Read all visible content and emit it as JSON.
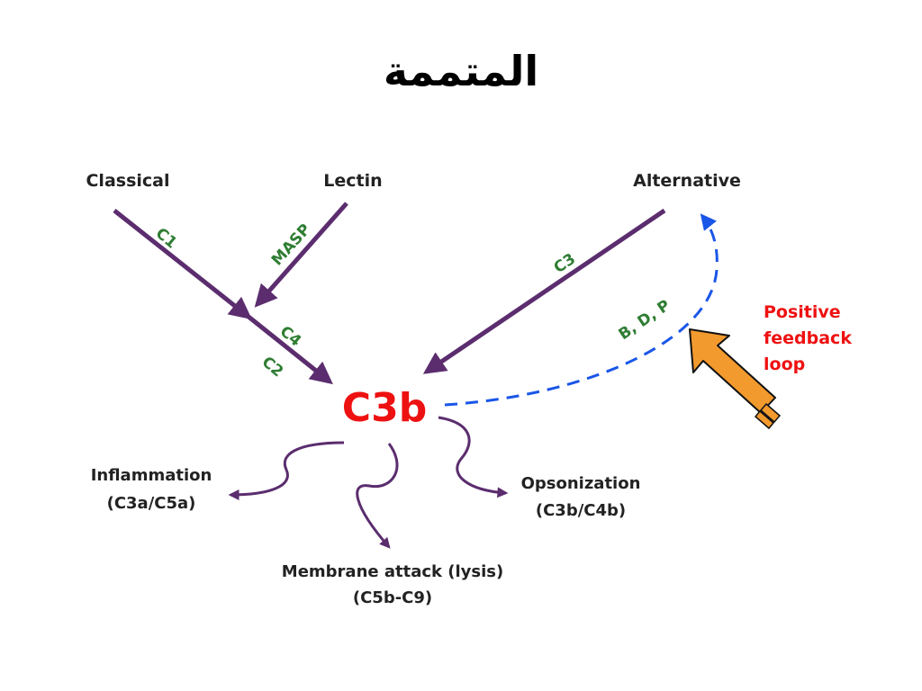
{
  "title": "المتممة",
  "pathways": {
    "classical": "Classical",
    "lectin": "Lectin",
    "alternative": "Alternative"
  },
  "enzymes": {
    "c1": "C1",
    "masp": "MASP",
    "c4": "C4",
    "c2": "C2",
    "c3": "C3",
    "bdp": "B, D, P"
  },
  "center": "C3b",
  "feedback": {
    "line1": "Positive",
    "line2": "feedback",
    "line3": "loop"
  },
  "outcomes": {
    "inflammation": {
      "name": "Inflammation",
      "detail": "(C3a/C5a)"
    },
    "opsonization": {
      "name": "Opsonization",
      "detail": "(C3b/C4b)"
    },
    "membrane": {
      "name": "Membrane attack (lysis)",
      "detail": "(C5b-C9)"
    }
  },
  "colors": {
    "pathway_arrow": "#5b2d6e",
    "enzyme_text": "#2e7d32",
    "center_text": "#ee1111",
    "feedback_dash": "#1a56e8",
    "feedback_arrow": "#f39a2e"
  }
}
